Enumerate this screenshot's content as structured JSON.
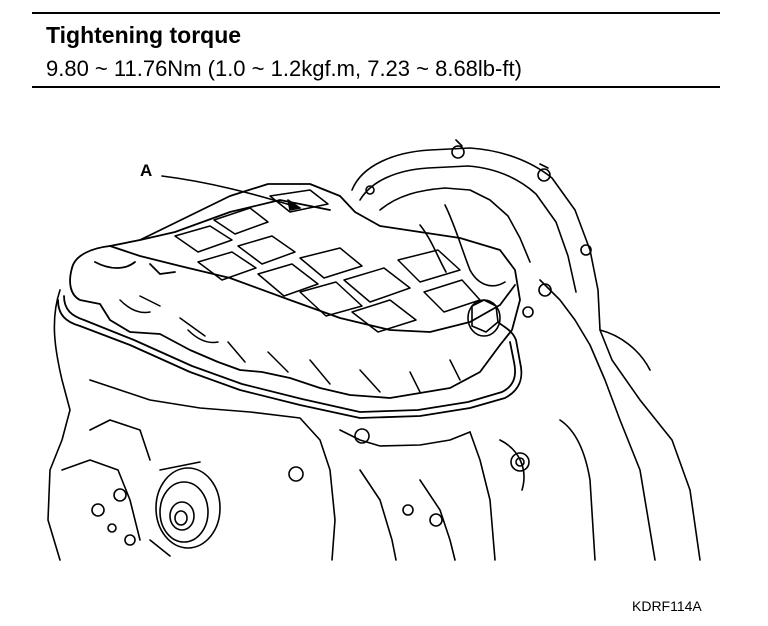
{
  "spec": {
    "title": "Tightening torque",
    "value": "9.80 ~ 11.76Nm (1.0 ~ 1.2kgf.m, 7.23 ~ 8.68lb-ft)"
  },
  "figure": {
    "callout_label": "A",
    "code": "KDRF114A"
  }
}
